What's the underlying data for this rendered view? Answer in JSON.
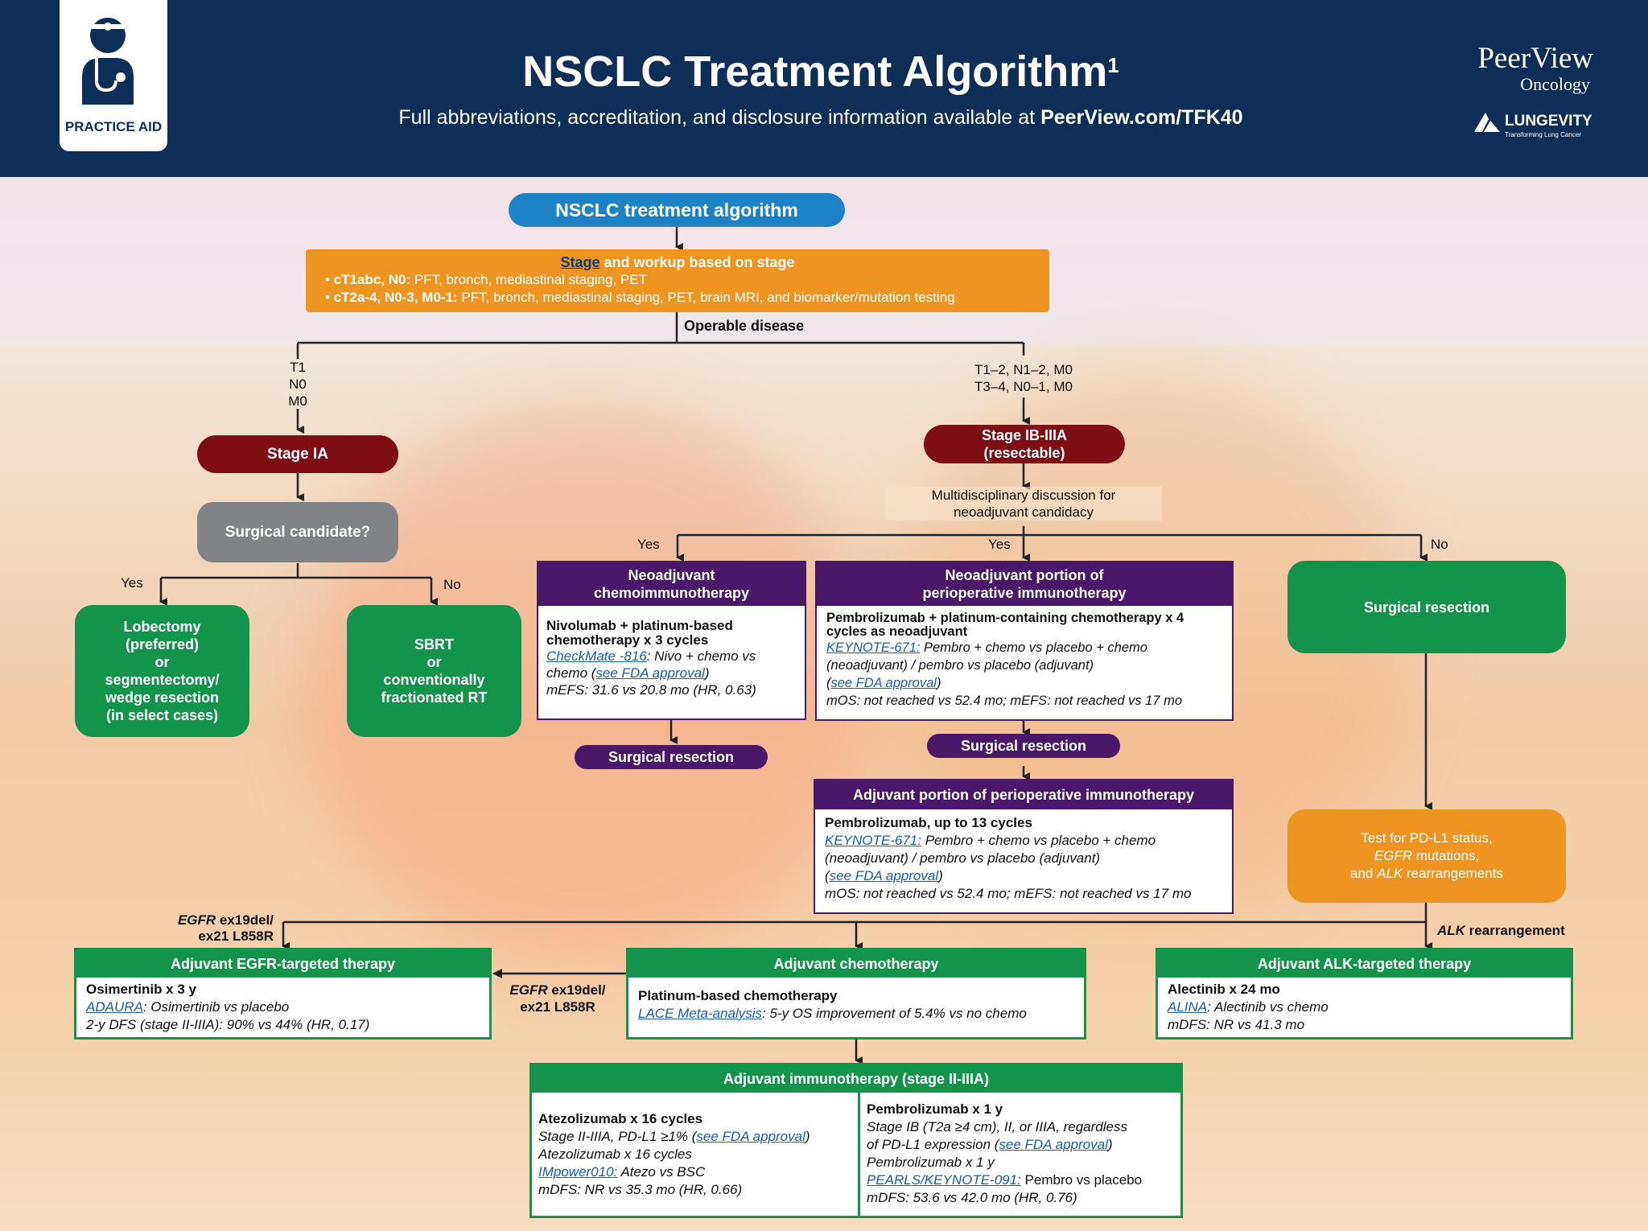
{
  "header": {
    "badge": "PRACTICE AID",
    "title": "NSCLC Treatment Algorithm",
    "title_sup": "1",
    "subtitle_prefix": "Full abbreviations, accreditation, and disclosure information available at ",
    "subtitle_link": "PeerView.com/TFK40",
    "brand_main": "PeerView",
    "brand_sub": "Oncology",
    "partner": "LUNGEVITY",
    "partner_tag": "Transforming Lung Cancer"
  },
  "colors": {
    "header": "#0d2f57",
    "blue_pill": "#1d82c6",
    "orange": "#ee9420",
    "red": "#7d0f14",
    "gray": "#808285",
    "green": "#14934a",
    "purple": "#4b1768"
  },
  "root": "NSCLC treatment algorithm",
  "stage_box": {
    "title_link": "Stage",
    "title_rest": " and workup based on stage",
    "b1_bold": "cT1abc, N0:",
    "b1_rest": " PFT, bronch, mediastinal staging, PET",
    "b2_bold": "cT2a-4, N0-3, M0-1:",
    "b2_rest": " PFT, bronch, mediastinal staging, PET, brain MRI, and biomarker/mutation testing"
  },
  "labels": {
    "operable": "Operable disease",
    "t1_l1": "T1",
    "t1_l2": "N0",
    "t1_l3": "M0",
    "t12_l1": "T1–2, N1–2, M0",
    "t12_l2": "T3–4, N0–1, M0",
    "multi_l1": "Multidisciplinary discussion for",
    "multi_l2": "neoadjuvant candidacy",
    "yes_a": "Yes",
    "no_a": "No",
    "yes_b": "Yes",
    "yes_c": "Yes",
    "no_b": "No",
    "egfr_left_i": "EGFR",
    "egfr_left_r": " ex19del/",
    "egfr_left_l2": "ex21 L858R",
    "egfr_mid_i": "EGFR",
    "egfr_mid_r": " ex19del/",
    "egfr_mid_l2": "ex21 L858R",
    "alk_i": "ALK",
    "alk_r": " rearrangement"
  },
  "stage_ia": "Stage IA",
  "stage_ib_l1": "Stage IB-IIIA",
  "stage_ib_l2": "(resectable)",
  "surgical_candidate": "Surgical candidate?",
  "lobectomy": {
    "l1": "Lobectomy",
    "l2": "(preferred)",
    "l3": "or",
    "l4": "segmentectomy/",
    "l5": "wedge resection",
    "l6": "(in select cases)"
  },
  "sbrt": {
    "l1": "SBRT",
    "l2": "or",
    "l3": "conventionally",
    "l4": "fractionated RT"
  },
  "neo_chemo": {
    "hdr1": "Neoadjuvant",
    "hdr2": "chemoimmunotherapy",
    "bold1": "Nivolumab + platinum-based",
    "bold2": "chemotherapy x 3 cycles",
    "link1": "CheckMate -816",
    "t1": ": Nivo + chemo vs",
    "t2": "chemo (",
    "link2": "see FDA approval",
    "t3": ")",
    "t4": "mEFS: 31.6 vs 20.8 mo (HR, 0.63)"
  },
  "surg_res_1": "Surgical resection",
  "neo_peri": {
    "hdr1": "Neoadjuvant portion of",
    "hdr2": "perioperative immunotherapy",
    "bold1": "Pembrolizumab + platinum-containing chemotherapy x 4",
    "bold2": "cycles as neoadjuvant",
    "link1": "KEYNOTE-671:",
    "t1": " Pembro + chemo vs placebo + chemo",
    "t2": "(neoadjuvant) / pembro vs placebo (adjuvant)",
    "t3a": "(",
    "link2": "see FDA approval",
    "t3b": ")",
    "t4": "mOS: not reached vs 52.4 mo; mEFS: not reached vs 17 mo"
  },
  "surg_res_2": "Surgical resection",
  "surg_res_3": "Surgical resection",
  "adj_peri": {
    "hdr": "Adjuvant portion of perioperative immunotherapy",
    "bold": "Pembrolizumab, up to 13 cycles",
    "link1": "KEYNOTE-671:",
    "t1": " Pembro + chemo vs placebo + chemo",
    "t2": "(neoadjuvant) / pembro vs placebo (adjuvant)",
    "t3a": "(",
    "link2": "see FDA approval",
    "t3b": ")",
    "t4": "mOS: not reached vs 52.4 mo; mEFS: not reached vs 17 mo"
  },
  "test_box": {
    "l1": "Test for PD-L1 status,",
    "l2i": "EGFR",
    "l2r": " mutations,",
    "l3a": "and ",
    "l3i": "ALK",
    "l3r": " rearrangements"
  },
  "adj_egfr": {
    "hdr": "Adjuvant EGFR-targeted therapy",
    "bold": "Osimertinib x 3 y",
    "link": "ADAURA",
    "t1": ": Osimertinib vs placebo",
    "t2": "2-y DFS (stage II-IIIA): 90% vs 44% (HR, 0.17)"
  },
  "adj_chemo": {
    "hdr": "Adjuvant chemotherapy",
    "bold": "Platinum-based chemotherapy",
    "link": "LACE Meta-analysis",
    "t1": ": 5-y OS improvement of 5.4% vs no chemo"
  },
  "adj_alk": {
    "hdr": "Adjuvant ALK-targeted therapy",
    "bold": "Alectinib x 24 mo",
    "link": "ALINA",
    "t1": ": Alectinib vs chemo",
    "t2": "mDFS: NR vs 41.3 mo"
  },
  "adj_immuno": {
    "hdr": "Adjuvant immunotherapy (stage II-IIIA)",
    "left": {
      "bold": "Atezolizumab x 16 cycles",
      "t1": "Stage II-IIIA, PD-L1 ≥1% (",
      "link1": "see FDA approval",
      "t1b": ")",
      "t2": "Atezolizumab x 16 cycles",
      "link2": "IMpower010:",
      "t3": " Atezo vs BSC",
      "t4": "mDFS: NR vs 35.3 mo (HR, 0.66)"
    },
    "right": {
      "bold": "Pembrolizumab x 1 y",
      "t1": "Stage IB (T2a ≥4 cm), II, or IIIA, regardless",
      "t2": "of PD-L1 expression (",
      "link1": "see FDA approval",
      "t2b": ")",
      "t3": "Pembrolizumab x 1 y",
      "link2": "PEARLS/KEYNOTE-091:",
      "t4": " Pembro vs placebo",
      "t5": "mDFS: 53.6 vs 42.0 mo (HR, 0.76)"
    }
  }
}
